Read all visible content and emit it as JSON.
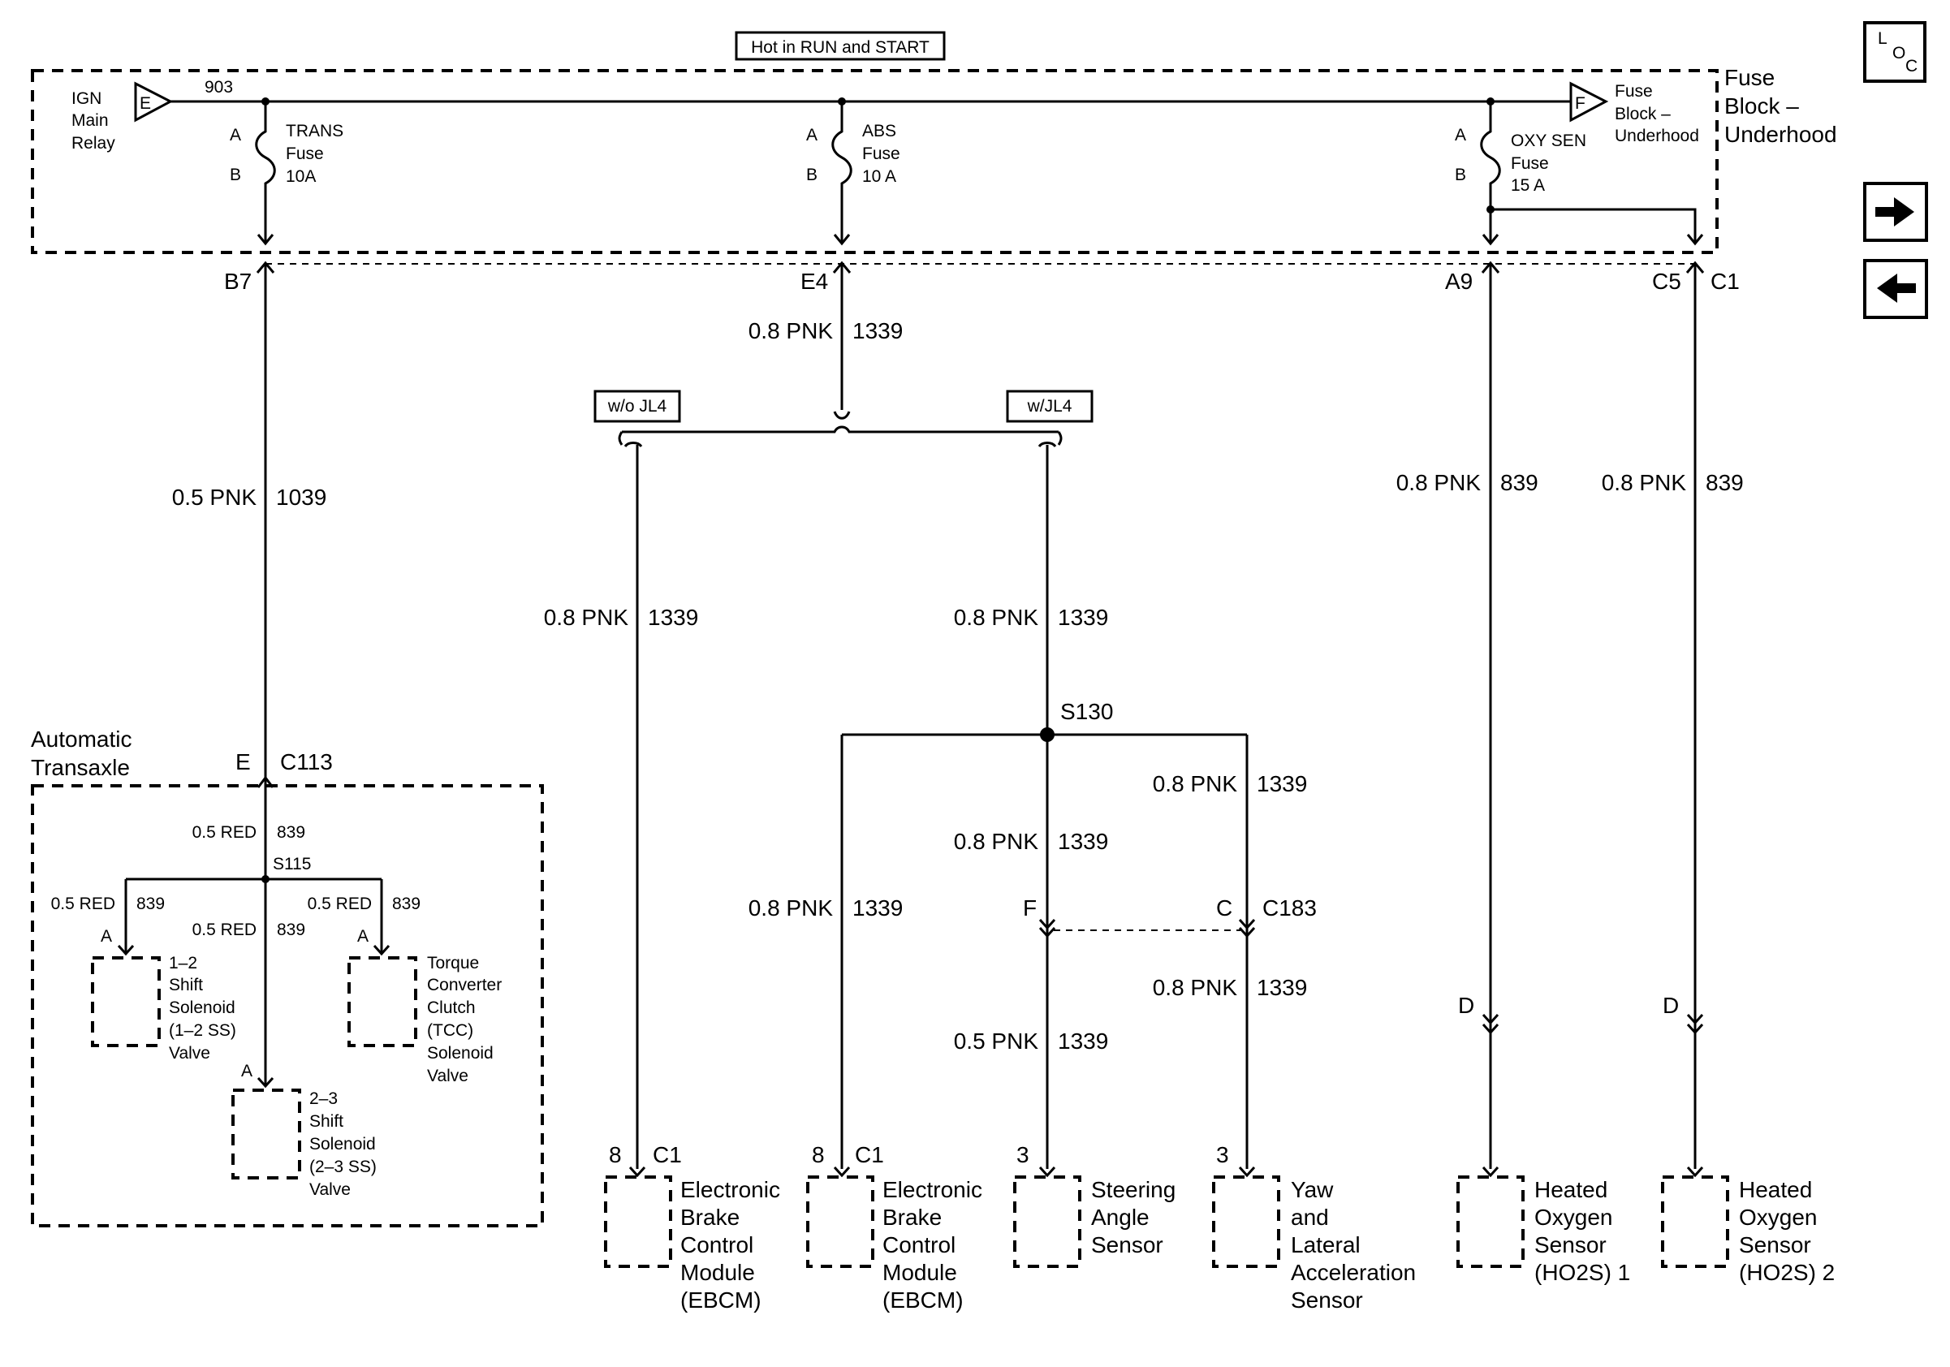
{
  "power_label": "Hot in RUN and START",
  "loc_icon": "loc-icon",
  "nav": {
    "next_icon": "arrow-right-icon",
    "prev_icon": "arrow-left-icon"
  },
  "fuse_block": {
    "title": [
      "Fuse",
      "Block –",
      "Underhood"
    ],
    "relay_label": [
      "IGN",
      "Main",
      "Relay"
    ],
    "relay_pin": "E",
    "feed_circuit": "903",
    "out_pin": "F",
    "out_label": [
      "Fuse",
      "Block –",
      "Underhood"
    ],
    "fuses": [
      {
        "name": [
          "TRANS",
          "Fuse",
          "10A"
        ],
        "a": "A",
        "b": "B"
      },
      {
        "name": [
          "ABS",
          "Fuse",
          "10 A"
        ],
        "a": "A",
        "b": "B"
      },
      {
        "name": [
          "OXY SEN",
          "Fuse",
          "15 A"
        ],
        "a": "A",
        "b": "B"
      }
    ]
  },
  "connectors": {
    "b7": "B7",
    "e4": "E4",
    "a9": "A9",
    "c5": "C5",
    "c1": "C1"
  },
  "wires": {
    "trans_color": "0.5 PNK",
    "trans_num": "1039",
    "abs_color": "0.8 PNK",
    "abs_num": "1339",
    "oxy1_color": "0.8 PNK",
    "oxy1_num": "839",
    "oxy2_color": "0.8 PNK",
    "oxy2_num": "839",
    "ebcm1_color": "0.8 PNK",
    "ebcm1_num": "1339",
    "ebcm2_color": "0.8 PNK",
    "ebcm2_num": "1339",
    "ebcm2b_color": "0.8 PNK",
    "ebcm2b_num": "1339",
    "steer_color": "0.8 PNK",
    "steer_num": "1339",
    "steer2_color": "0.5 PNK",
    "steer2_num": "1339",
    "yaw_color": "0.8 PNK",
    "yaw_num": "1339",
    "yaw2_color": "0.8 PNK",
    "yaw2_num": "1339"
  },
  "options": {
    "wo_jl4": "w/o JL4",
    "w_jl4": "w/JL4"
  },
  "splices": {
    "s130": "S130",
    "s115": "S115"
  },
  "c183": {
    "name": "C183",
    "f": "F",
    "c": "C"
  },
  "transaxle": {
    "title": [
      "Automatic",
      "Transaxle"
    ],
    "conn_pin": "E",
    "conn_name": "C113",
    "feed_color": "0.5 RED",
    "feed_num": "839",
    "left_color": "0.5 RED",
    "left_num": "839",
    "center_color": "0.5 RED",
    "center_num": "839",
    "right_color": "0.5 RED",
    "right_num": "839",
    "pin_a": "A",
    "sol12": [
      "1–2",
      "Shift",
      "Solenoid",
      "(1–2 SS)",
      "Valve"
    ],
    "tcc": [
      "Torque",
      "Converter",
      "Clutch",
      "(TCC)",
      "Solenoid",
      "Valve"
    ],
    "sol23": [
      "2–3",
      "Shift",
      "Solenoid",
      "(2–3 SS)",
      "Valve"
    ]
  },
  "components": {
    "ebcm1": {
      "pin": "8",
      "conn": "C1",
      "label": [
        "Electronic",
        "Brake",
        "Control",
        "Module",
        "(EBCM)"
      ]
    },
    "ebcm2": {
      "pin": "8",
      "conn": "C1",
      "label": [
        "Electronic",
        "Brake",
        "Control",
        "Module",
        "(EBCM)"
      ]
    },
    "steer": {
      "pin": "3",
      "label": [
        "Steering",
        "Angle",
        "Sensor"
      ]
    },
    "yaw": {
      "pin": "3",
      "label": [
        "Yaw",
        "and",
        "Lateral",
        "Acceleration",
        "Sensor"
      ]
    },
    "ho2s1": {
      "pin": "D",
      "label": [
        "Heated",
        "Oxygen",
        "Sensor",
        "(HO2S) 1"
      ]
    },
    "ho2s2": {
      "pin": "D",
      "label": [
        "Heated",
        "Oxygen",
        "Sensor",
        "(HO2S) 2"
      ]
    }
  }
}
